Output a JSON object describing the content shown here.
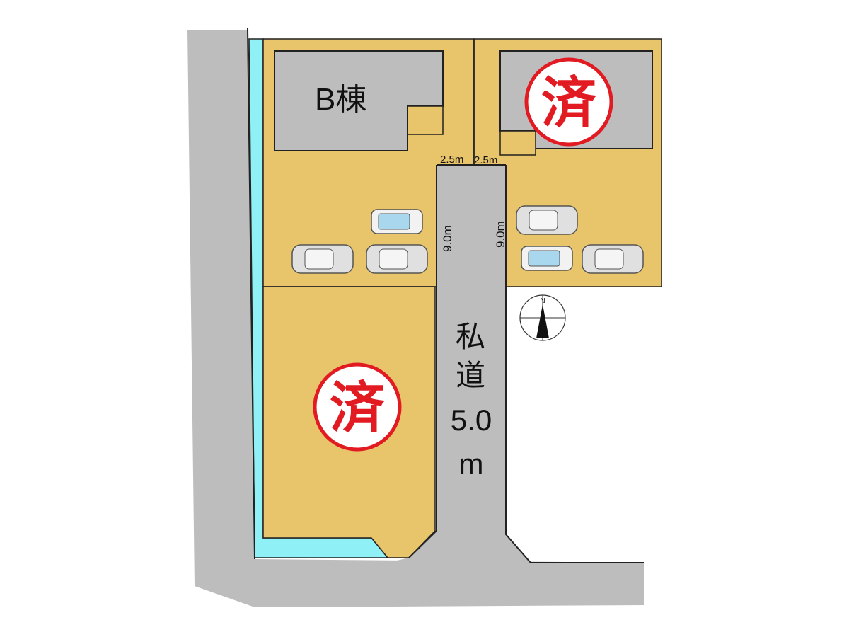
{
  "plots": {
    "b_building_label": "B棟",
    "sold_mark": "済"
  },
  "road": {
    "name_line1": "私",
    "name_line2": "道",
    "width_value": "5.0",
    "width_unit": "m"
  },
  "dimensions": {
    "left_frontage": "2.5m",
    "right_frontage": "2.5m",
    "left_depth": "9.0m",
    "right_depth": "9.0m"
  },
  "compass": {
    "north": "N"
  },
  "colors": {
    "lot": "#e8c46a",
    "building": "#bdbdbd",
    "road": "#bdbdbd",
    "waterway": "#8ff0f5",
    "sold_red": "#e21b23",
    "outline": "#222222"
  }
}
